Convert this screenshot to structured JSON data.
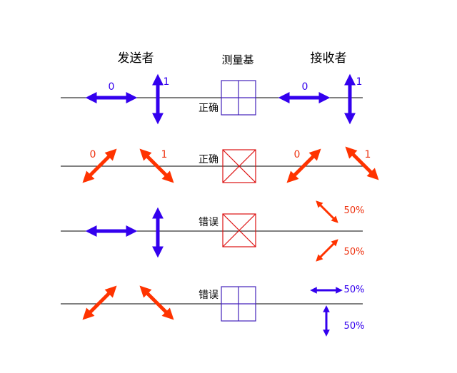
{
  "headers": {
    "sender": "发送者",
    "basis": "测量基",
    "receiver": "接收者"
  },
  "colors": {
    "blue": "#3300ee",
    "red": "#ff3300",
    "text_red": "#ee3311",
    "line": "#000000",
    "rect_basis": "#4422bb",
    "diag_basis": "#dd1111"
  },
  "rows": [
    {
      "result": "正确",
      "basis_type": "rectilinear",
      "sender_labels": [
        "0",
        "1"
      ],
      "receiver_labels": [
        "0",
        "1"
      ]
    },
    {
      "result": "正确",
      "basis_type": "diagonal",
      "sender_labels": [
        "0",
        "1"
      ],
      "receiver_labels": [
        "0",
        "1"
      ]
    },
    {
      "result": "错误",
      "basis_type": "diagonal",
      "receiver_labels": [
        "50%",
        "50%"
      ]
    },
    {
      "result": "错误",
      "basis_type": "rectilinear",
      "receiver_labels": [
        "50%",
        "50%"
      ]
    }
  ]
}
